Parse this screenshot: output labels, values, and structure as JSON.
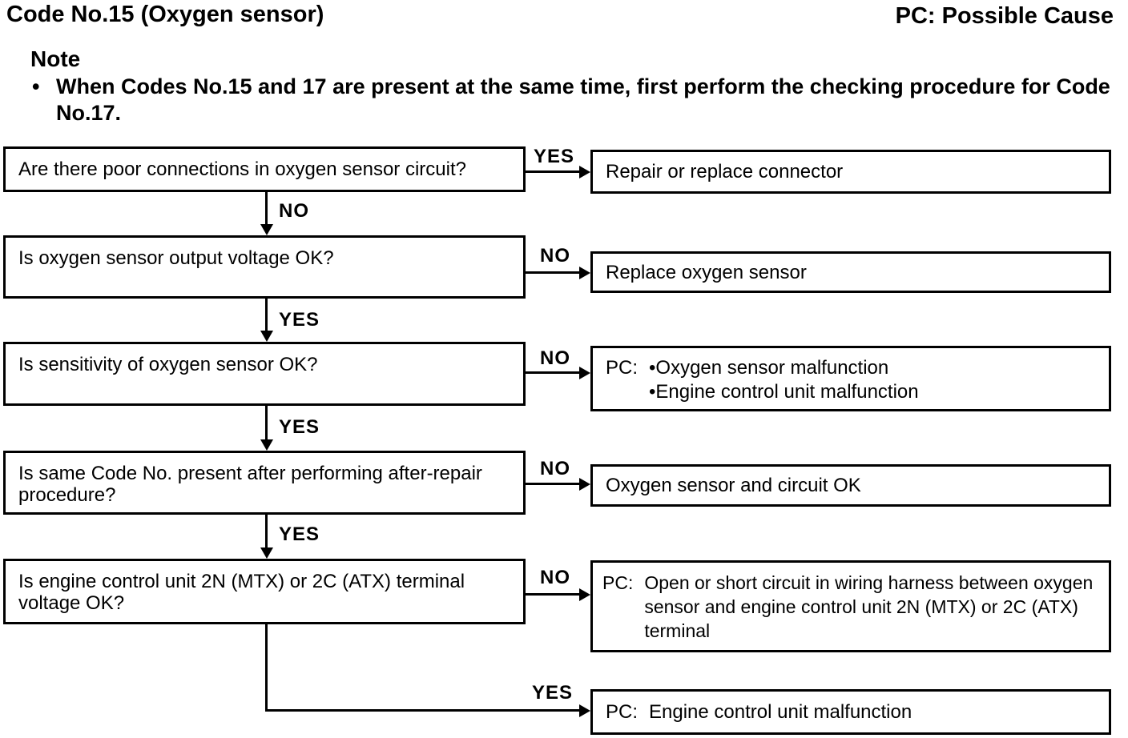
{
  "header": {
    "title": "Code No.15 (Oxygen sensor)",
    "legend": "PC: Possible Cause"
  },
  "note": {
    "heading": "Note",
    "bullet_char": "•",
    "text": "When Codes No.15 and 17 are present at the same time, first perform the checking procedure for Code No.17."
  },
  "flow": {
    "rows": [
      {
        "question": "Are there poor connections in oxygen sensor circuit?",
        "side_label": "YES",
        "result": "Repair or replace connector",
        "down_label": "NO"
      },
      {
        "question": "Is oxygen sensor output voltage OK?",
        "side_label": "NO",
        "result": "Replace oxygen sensor",
        "down_label": "YES"
      },
      {
        "question": "Is sensitivity of oxygen sensor OK?",
        "side_label": "NO",
        "result_prefix": "PC:",
        "result_bullets": [
          "•Oxygen sensor malfunction",
          "•Engine control unit malfunction"
        ],
        "down_label": "YES"
      },
      {
        "question": "Is same Code No. present after performing after-repair procedure?",
        "side_label": "NO",
        "result": "Oxygen sensor and circuit OK",
        "down_label": "YES"
      },
      {
        "question": "Is engine control unit 2N (MTX) or 2C (ATX) terminal voltage OK?",
        "side_label": "NO",
        "result_prefix": "PC:",
        "result": "Open or short circuit in wiring harness between oxygen sensor and engine control unit 2N (MTX) or 2C (ATX) terminal",
        "down_label": "YES"
      }
    ],
    "final": {
      "side_label": "YES",
      "result_prefix": "PC:",
      "result": "Engine control unit malfunction"
    }
  }
}
